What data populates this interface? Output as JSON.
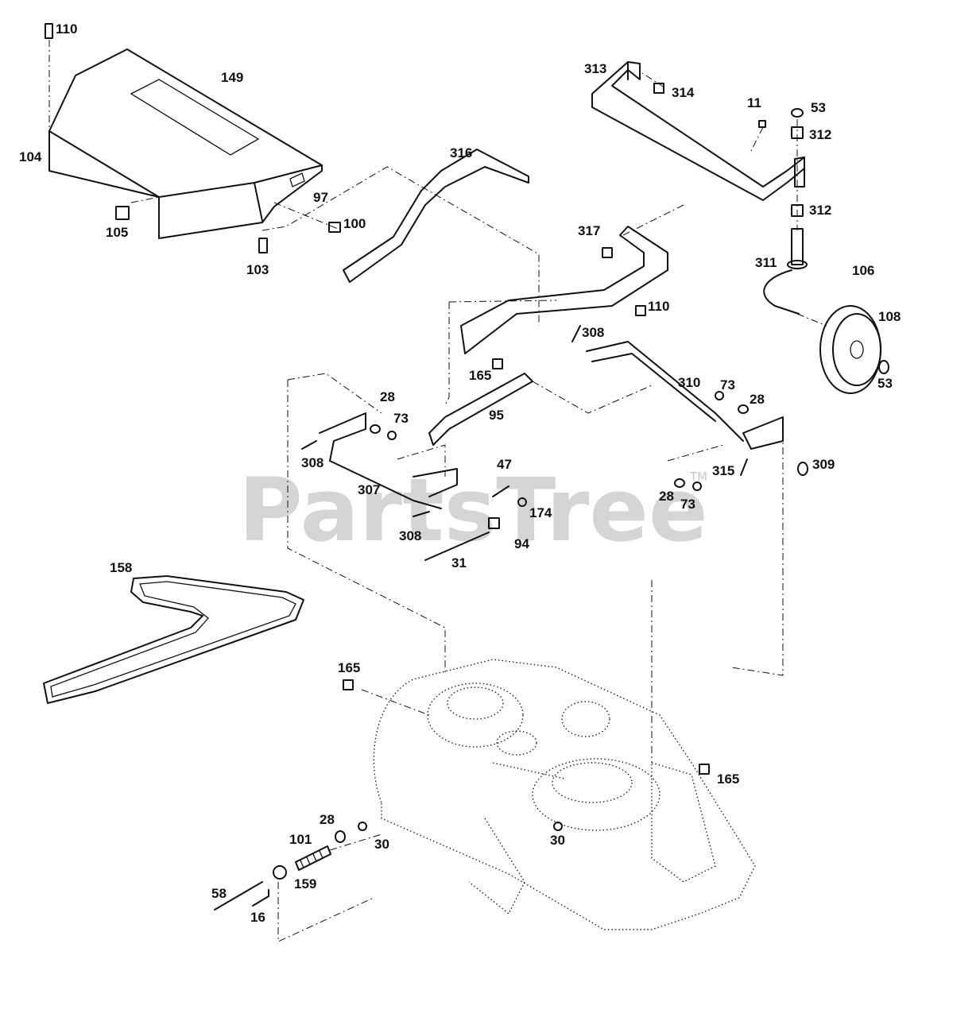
{
  "watermark": {
    "text": "PartsTree",
    "tm": "TM"
  },
  "callouts": [
    "110",
    "149",
    "104",
    "105",
    "97",
    "100",
    "103",
    "316",
    "313",
    "314",
    "11",
    "53",
    "312",
    "312",
    "317",
    "311",
    "106",
    "110",
    "108",
    "53",
    "308",
    "165",
    "310",
    "73",
    "28",
    "28",
    "73",
    "95",
    "308",
    "307",
    "47",
    "174",
    "308",
    "94",
    "31",
    "309",
    "315",
    "28",
    "73",
    "158",
    "165",
    "165",
    "28",
    "101",
    "30",
    "30",
    "159",
    "58",
    "16"
  ]
}
